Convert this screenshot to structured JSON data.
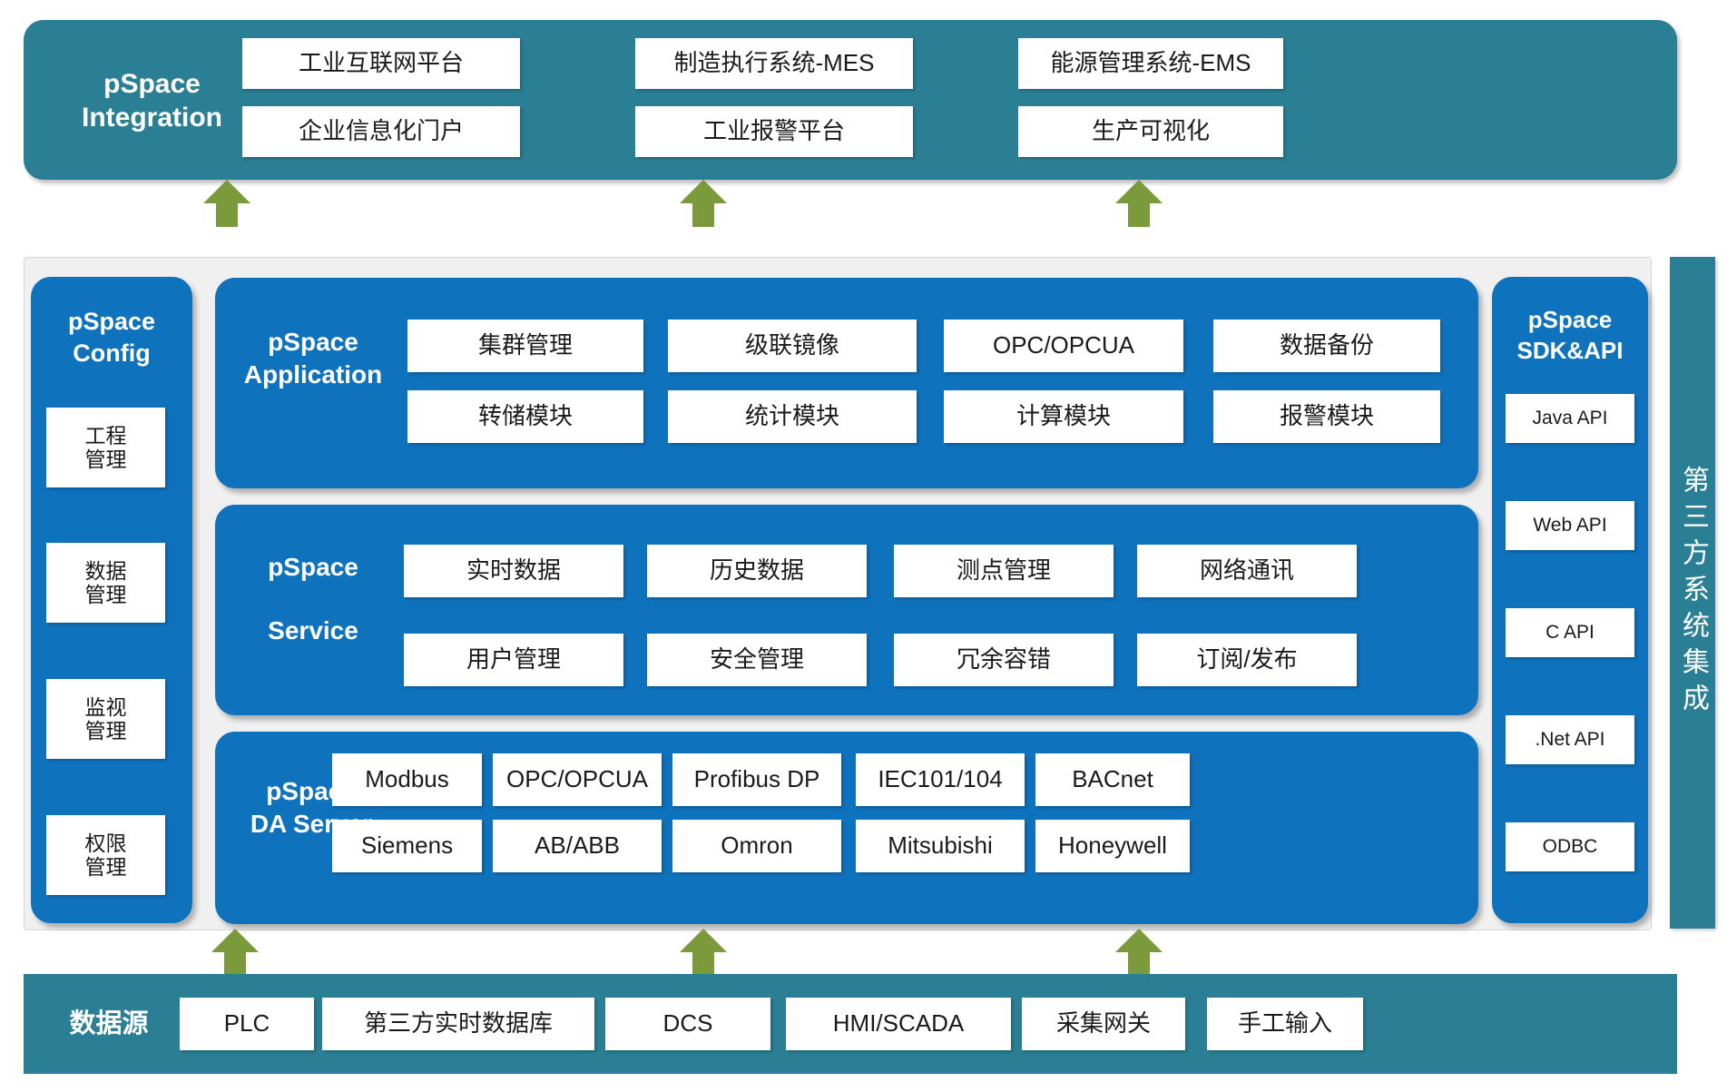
{
  "colors": {
    "teal": "#2b7f95",
    "blue": "#0f72bd",
    "arrow_green": "#7a9a3c",
    "cell_bg": "#ffffff",
    "text_dark": "#1a1a1a",
    "frame_grey": "#f0f0f0"
  },
  "integration": {
    "title_line1": "pSpace",
    "title_line2": "Integration",
    "columns": [
      {
        "top": "工业互联网平台",
        "bottom": "企业信息化门户"
      },
      {
        "top": "制造执行系统-MES",
        "bottom": "工业报警平台"
      },
      {
        "top": "能源管理系统-EMS",
        "bottom": "生产可视化"
      }
    ]
  },
  "config": {
    "title_line1": "pSpace",
    "title_line2": "Config",
    "items": [
      {
        "line1": "工程",
        "line2": "管理"
      },
      {
        "line1": "数据",
        "line2": "管理"
      },
      {
        "line1": "监视",
        "line2": "管理"
      },
      {
        "line1": "权限",
        "line2": "管理"
      }
    ]
  },
  "application": {
    "title_line1": "pSpace",
    "title_line2": "Application",
    "row_top": [
      "集群管理",
      "级联镜像",
      "OPC/OPCUA",
      "数据备份"
    ],
    "row_bottom": [
      "转储模块",
      "统计模块",
      "计算模块",
      "报警模块"
    ]
  },
  "service": {
    "title_line1": "pSpace",
    "title_line2": "Service",
    "row_top": [
      "实时数据",
      "历史数据",
      "测点管理",
      "网络通讯"
    ],
    "row_bottom": [
      "用户管理",
      "安全管理",
      "冗余容错",
      "订阅/发布"
    ]
  },
  "da_server": {
    "title_line1": "pSpace",
    "title_line2": "DA Server",
    "row_top": [
      "Modbus",
      "OPC/OPCUA",
      "Profibus DP",
      "IEC101/104",
      "BACnet"
    ],
    "row_bottom": [
      "Siemens",
      "AB/ABB",
      "Omron",
      "Mitsubishi",
      "Honeywell"
    ]
  },
  "sdk_api": {
    "title_line1": "pSpace",
    "title_line2": "SDK&API",
    "items": [
      "Java API",
      "Web API",
      "C API",
      ".Net API",
      "ODBC"
    ]
  },
  "third_party": {
    "label": "第三方系统集成"
  },
  "data_source": {
    "title": "数据源",
    "items": [
      "PLC",
      "第三方实时数据库",
      "DCS",
      "HMI/SCADA",
      "采集网关",
      "手工输入"
    ]
  }
}
